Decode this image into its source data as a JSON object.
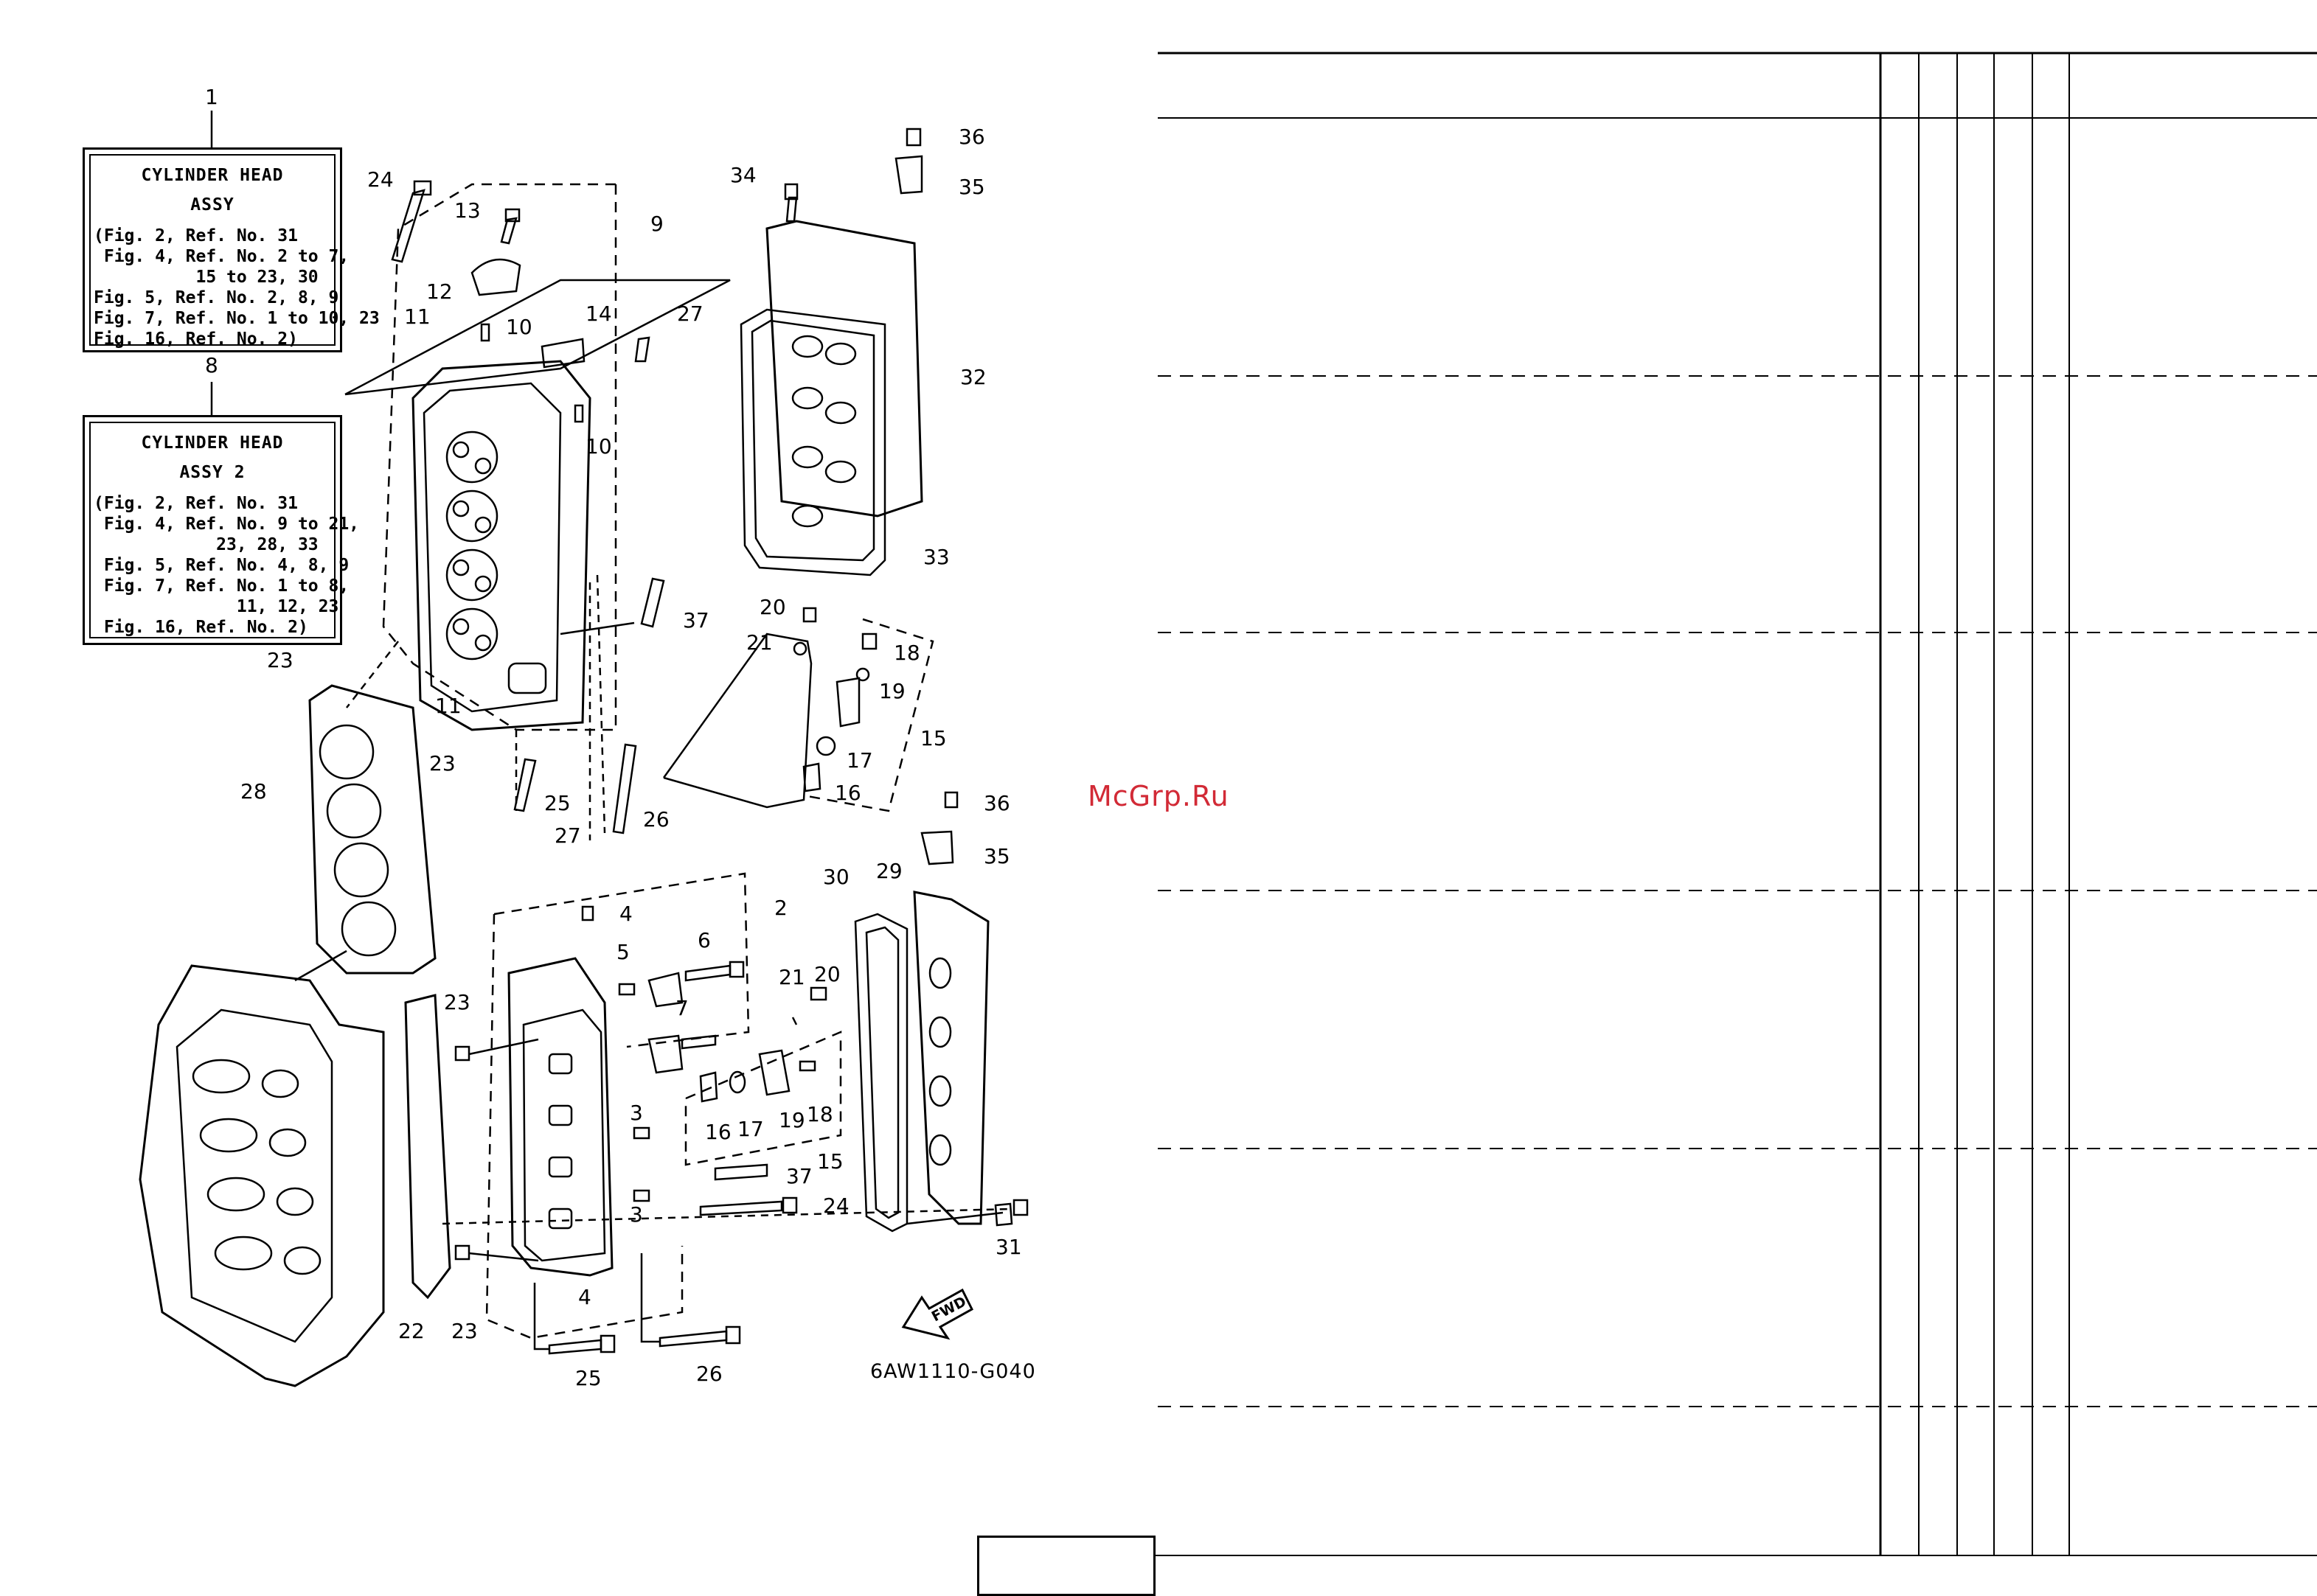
{
  "notes": [
    {
      "ref": "1",
      "title1": "CYLINDER HEAD",
      "title2": "ASSY",
      "lines": [
        "(Fig. 2, Ref. No. 31",
        " Fig. 4, Ref. No. 2 to 7,",
        "          15 to 23, 30",
        "Fig. 5, Ref. No. 2, 8, 9",
        "Fig. 7, Ref. No. 1 to 10, 23",
        "Fig. 16, Ref. No. 2)"
      ]
    },
    {
      "ref": "8",
      "title1": "CYLINDER HEAD",
      "title2": "ASSY 2",
      "lines": [
        "(Fig. 2, Ref. No. 31",
        " Fig. 4, Ref. No. 9 to 21,",
        "            23, 28, 33",
        " Fig. 5, Ref. No. 4, 8, 9",
        " Fig. 7, Ref. No. 1 to 8,",
        "              11, 12, 23",
        " Fig. 16, Ref. No. 2)"
      ]
    }
  ],
  "callouts": [
    "24",
    "13",
    "9",
    "12",
    "11",
    "10",
    "14",
    "27",
    "10",
    "23",
    "11",
    "23",
    "28",
    "25",
    "26",
    "34",
    "36",
    "35",
    "32",
    "33",
    "37",
    "20",
    "21",
    "18",
    "19",
    "15",
    "17",
    "16",
    "27",
    "4",
    "2",
    "5",
    "6",
    "7",
    "21",
    "20",
    "36",
    "35",
    "30",
    "29",
    "23",
    "3",
    "16",
    "17",
    "19",
    "18",
    "15",
    "37",
    "3",
    "24",
    "31",
    "22",
    "23",
    "4",
    "25",
    "26"
  ],
  "diagram_code": "6AW1110-G040",
  "fwd_label": "FWD",
  "watermark": "McGrp.Ru",
  "colors": {
    "ink": "#000000",
    "watermark": "#d22a36"
  }
}
